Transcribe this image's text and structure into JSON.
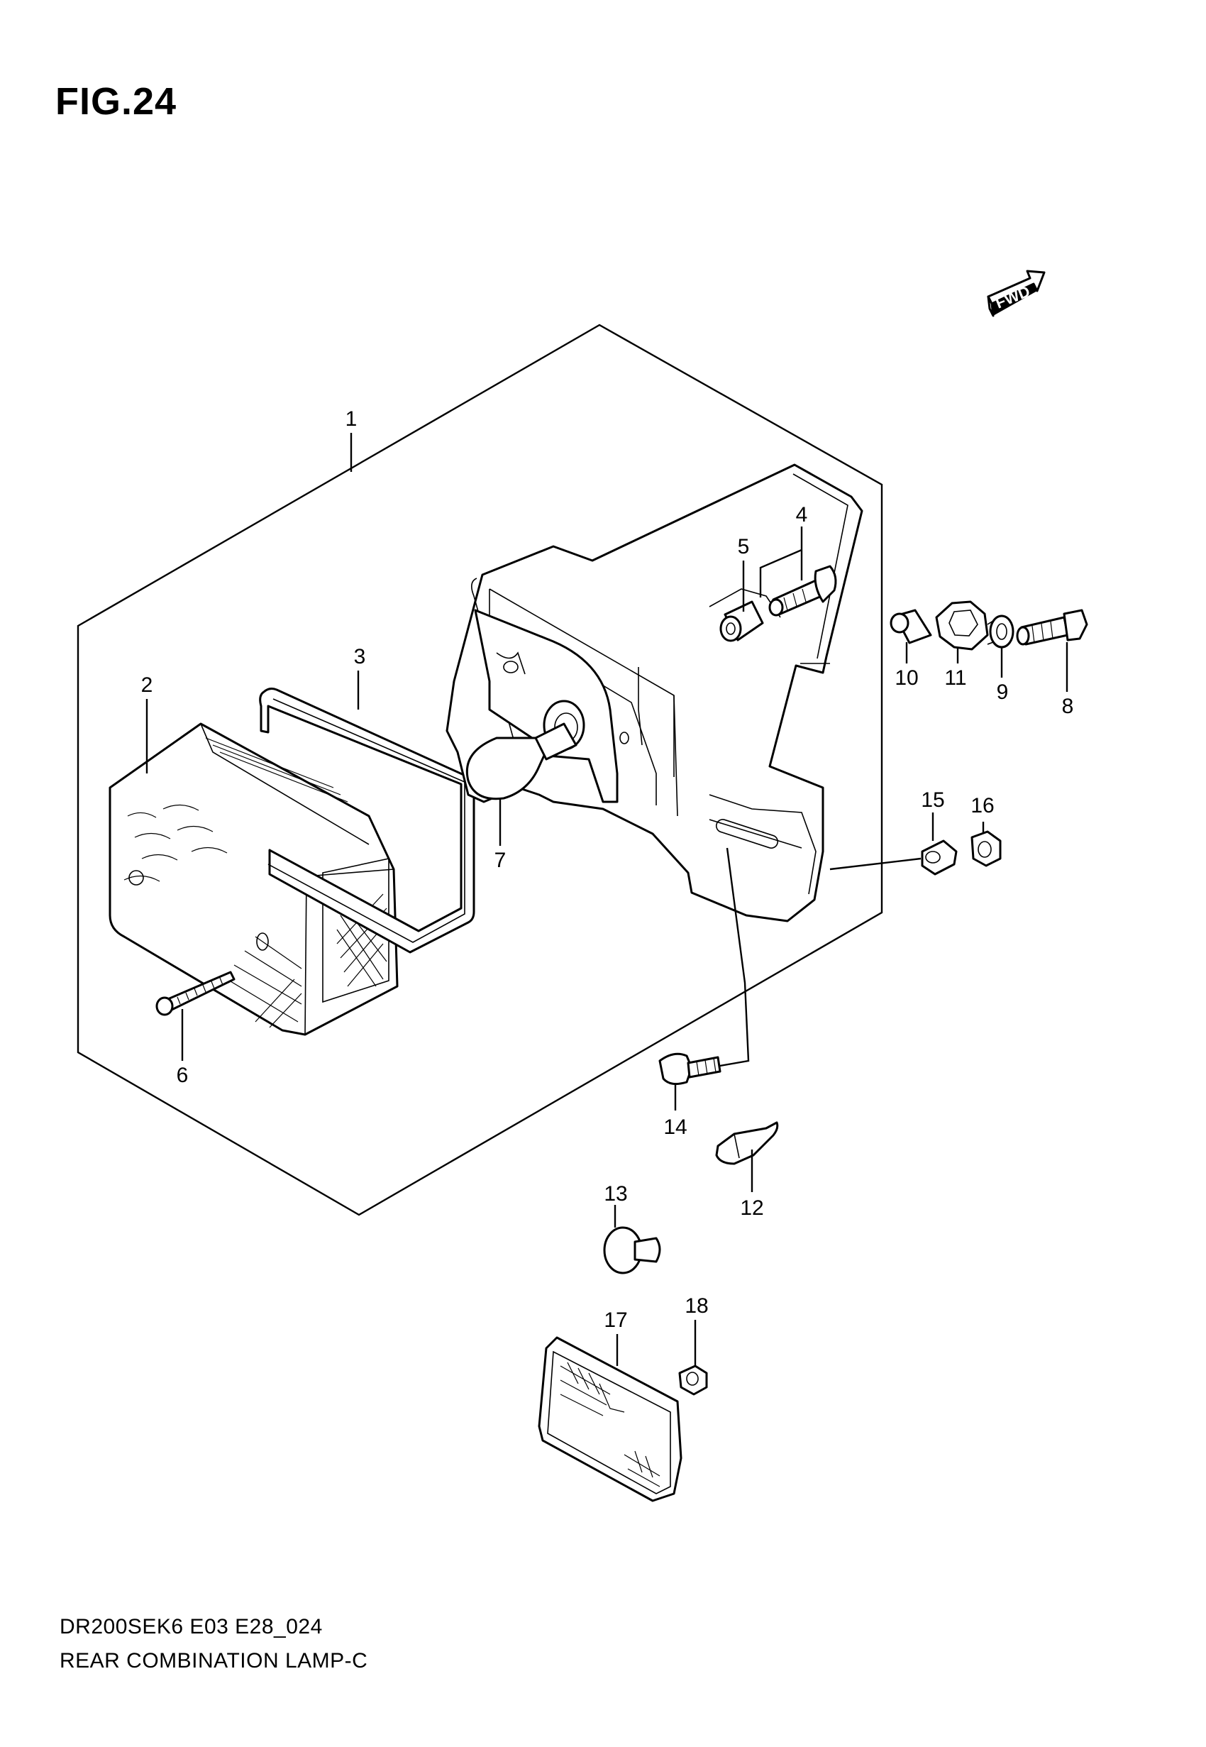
{
  "figure": {
    "title": "FIG.24",
    "model_code": "DR200SEK6 E03 E28_024",
    "assembly_name": "REAR COMBINATION LAMP-C",
    "fwd_label": "FWD"
  },
  "callouts": [
    {
      "ref": "1",
      "part": "rear-combination-lamp-assembly"
    },
    {
      "ref": "2",
      "part": "lens"
    },
    {
      "ref": "3",
      "part": "gasket"
    },
    {
      "ref": "4",
      "part": "bolt"
    },
    {
      "ref": "5",
      "part": "spacer"
    },
    {
      "ref": "6",
      "part": "screw"
    },
    {
      "ref": "7",
      "part": "bulb"
    },
    {
      "ref": "8",
      "part": "bolt"
    },
    {
      "ref": "9",
      "part": "washer"
    },
    {
      "ref": "10",
      "part": "collar"
    },
    {
      "ref": "11",
      "part": "cushion"
    },
    {
      "ref": "12",
      "part": "cap"
    },
    {
      "ref": "13",
      "part": "plug"
    },
    {
      "ref": "14",
      "part": "bolt"
    },
    {
      "ref": "15",
      "part": "washer"
    },
    {
      "ref": "16",
      "part": "nut"
    },
    {
      "ref": "17",
      "part": "reflector"
    },
    {
      "ref": "18",
      "part": "nut"
    }
  ]
}
